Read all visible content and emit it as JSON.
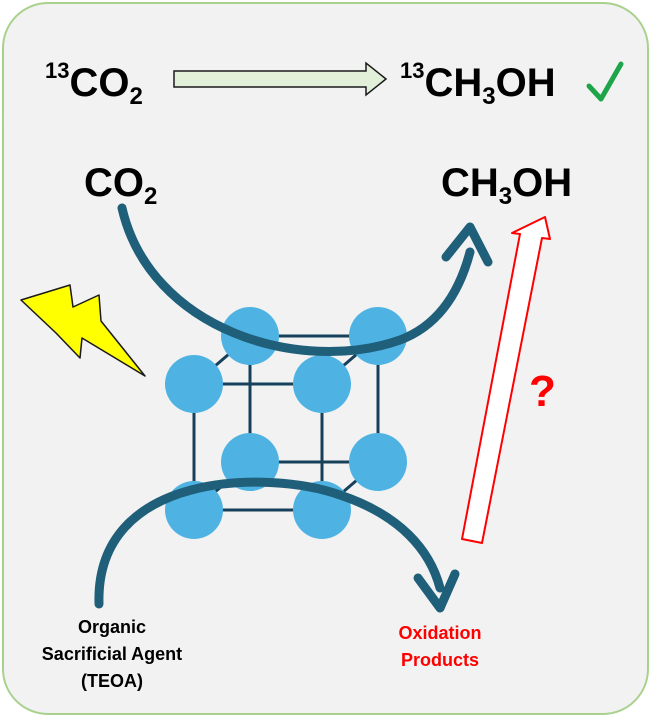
{
  "top_reaction": {
    "reactant_sup": "13",
    "reactant_main": "CO",
    "reactant_sub": "2",
    "product_sup": "13",
    "product_main_a": "CH",
    "product_sub": "3",
    "product_main_b": "OH",
    "check_icon": "check-icon",
    "check_color": "#1ea54a"
  },
  "main_reaction": {
    "reactant_main": "CO",
    "reactant_sub": "2",
    "product_main_a": "CH",
    "product_sub": "3",
    "product_main_b": "OH"
  },
  "sacrificial_agent": {
    "line1": "Organic",
    "line2": "Sacrificial Agent",
    "line3": "(TEOA)"
  },
  "oxidation": {
    "line1": "Oxidation",
    "line2": "Products",
    "color": "#ff0000"
  },
  "question_mark": "?",
  "lightning_icon": "lightning-bolt-icon",
  "colors": {
    "panel_bg": "#f2f2f2",
    "panel_border": "#a9d18e",
    "node": "#4eb3e3",
    "curve": "#1f5f7a",
    "lattice": "#17405a",
    "lightning": "#ffff00",
    "top_arrow_fill": "#e2f0d9"
  }
}
